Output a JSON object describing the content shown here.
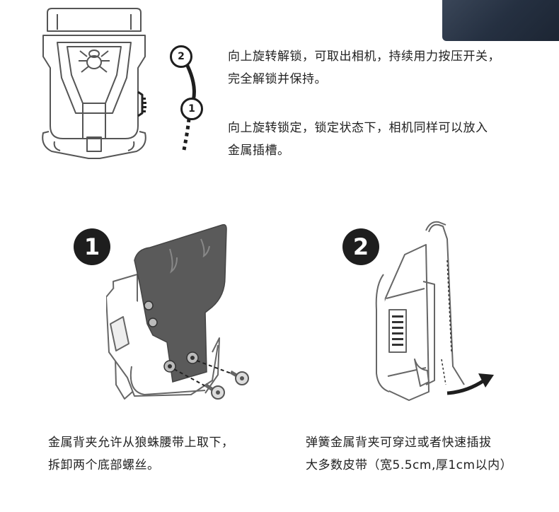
{
  "top": {
    "para1_line1": "向上旋转解锁，可取出相机，持续用力按压开关，",
    "para1_line2": "完全解锁并保持。",
    "para2_line1": "向上旋转锁定，锁定状态下，相机同样可以放入",
    "para2_line2": "金属插槽。",
    "step_marker_top": "2",
    "step_marker_bottom": "1"
  },
  "step1": {
    "number": "1",
    "caption_line1": "金属背夹允许从狼蛛腰带上取下，",
    "caption_line2": "拆卸两个底部螺丝。"
  },
  "step2": {
    "number": "2",
    "caption_line1": "弹簧金属背夹可穿过或者快速插拔",
    "caption_line2": "大多数皮带（宽5.5cm,厚1cm以内）"
  },
  "colors": {
    "ink": "#1e1e1e",
    "line_art": "#555555",
    "dark_strap": "#5a5a5a",
    "denim": "#2e3a4a"
  },
  "icons": [
    "spider-logo-icon",
    "rotate-arc-icon",
    "screw-icon",
    "curved-arrow-icon"
  ]
}
